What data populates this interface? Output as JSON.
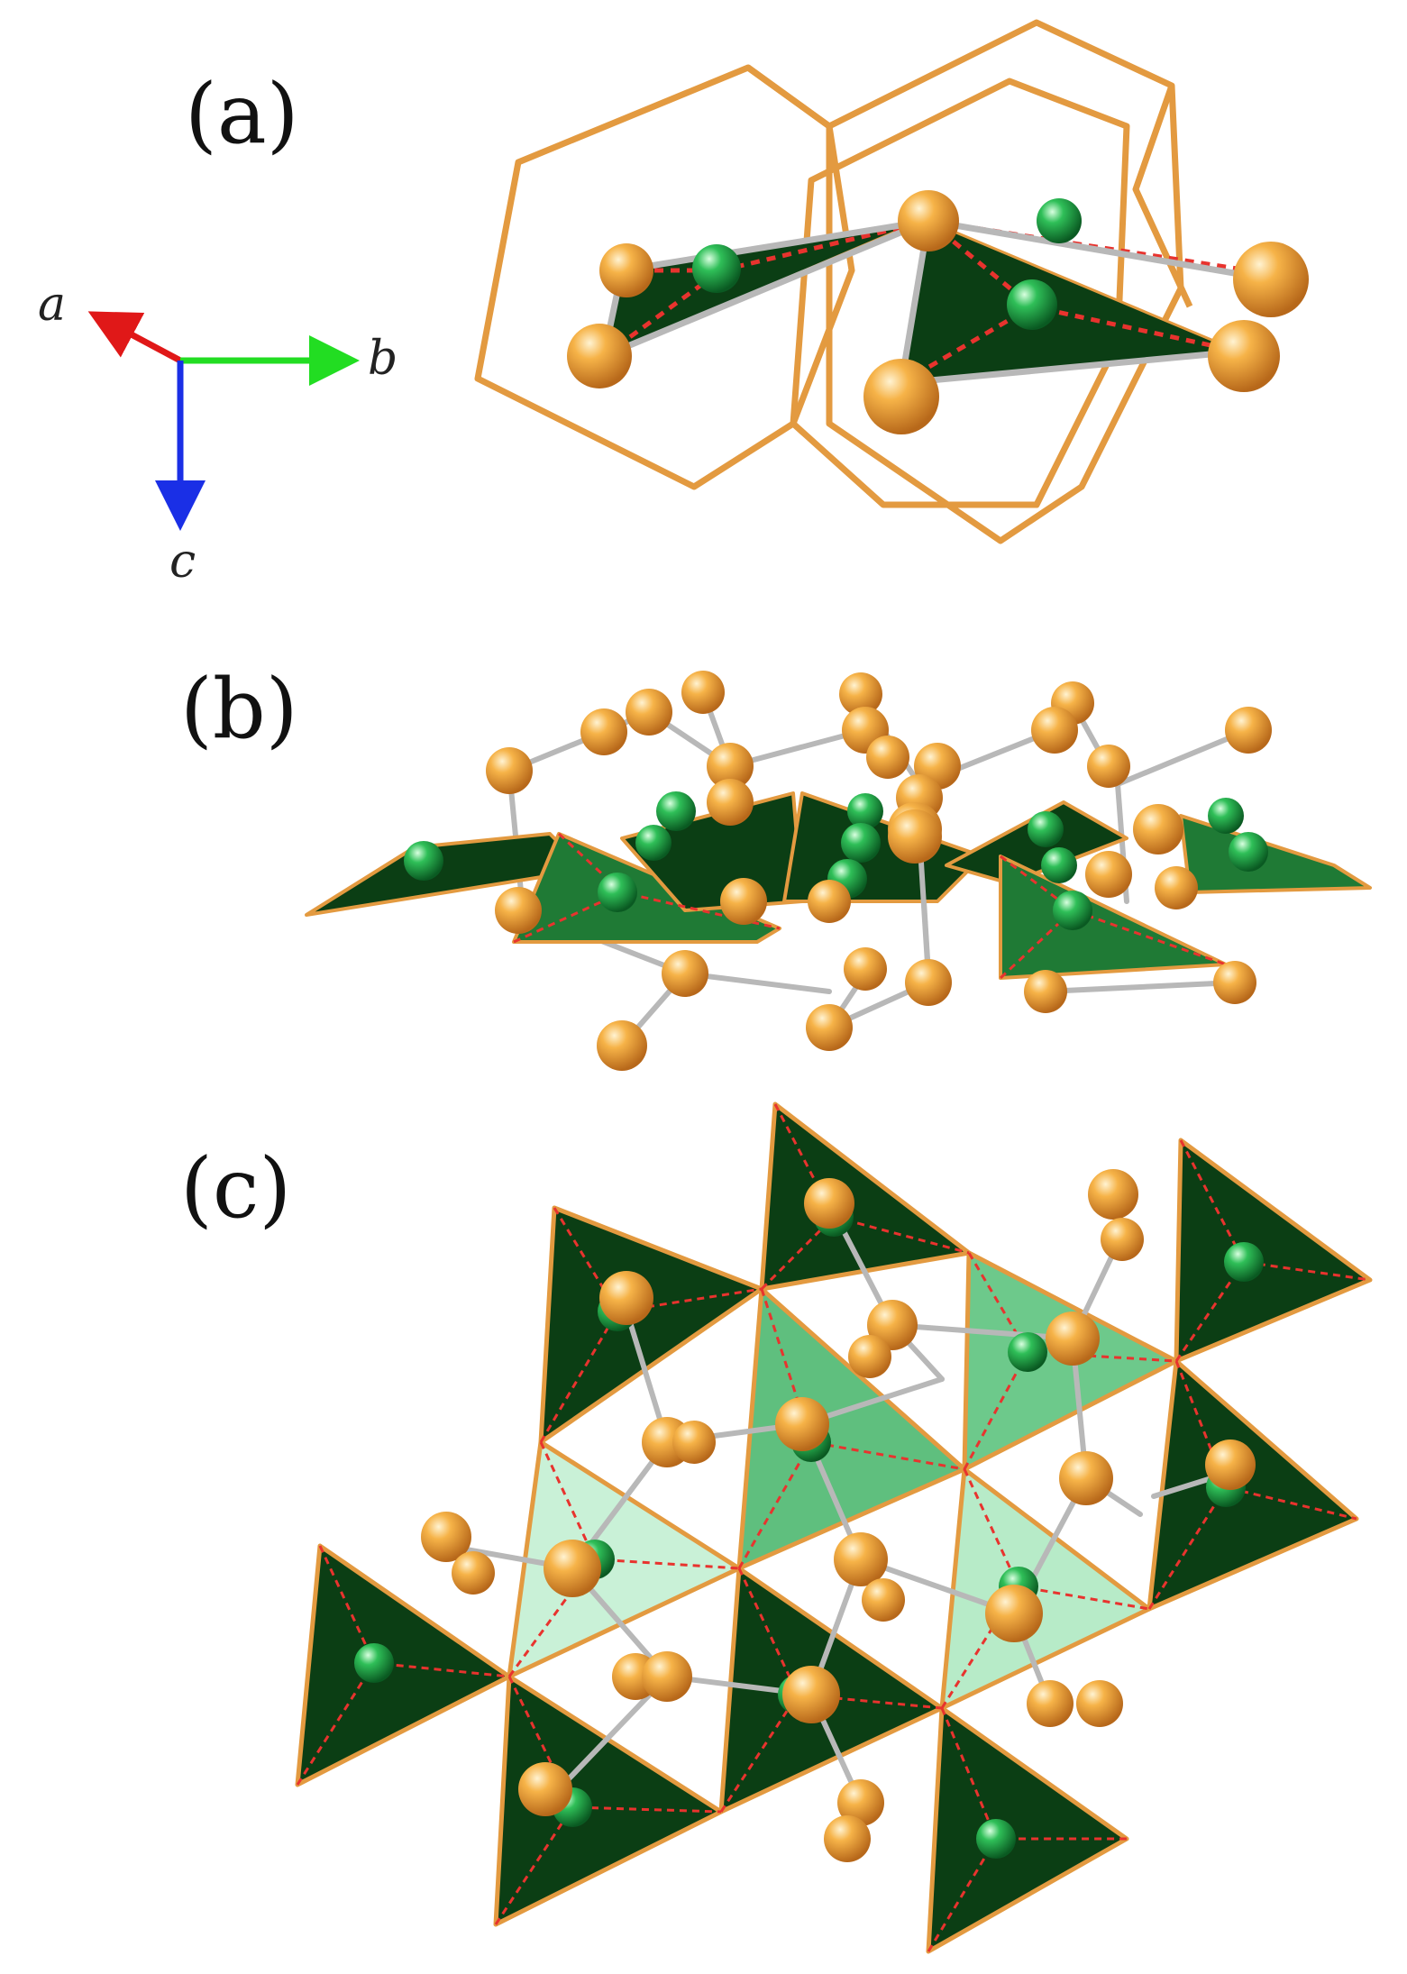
{
  "panels": {
    "a": {
      "label": "(a)"
    },
    "b": {
      "label": "(b)"
    },
    "c": {
      "label": "(c)"
    }
  },
  "axes": {
    "a": {
      "label": "a",
      "color": "#e01818"
    },
    "b": {
      "label": "b",
      "color": "#22dd22"
    },
    "c": {
      "label": "c",
      "color": "#1a2fe6"
    }
  },
  "colors": {
    "frame": "#e39a40",
    "atom_orange": "#f0a030",
    "atom_green": "#1fa84a",
    "tetra_dark": "#0b3e14",
    "tetra_mid": "#6dc98b",
    "tetra_light": "#c9f1d7",
    "bond": "#b8b8b8",
    "dashed": "#e8332e"
  }
}
